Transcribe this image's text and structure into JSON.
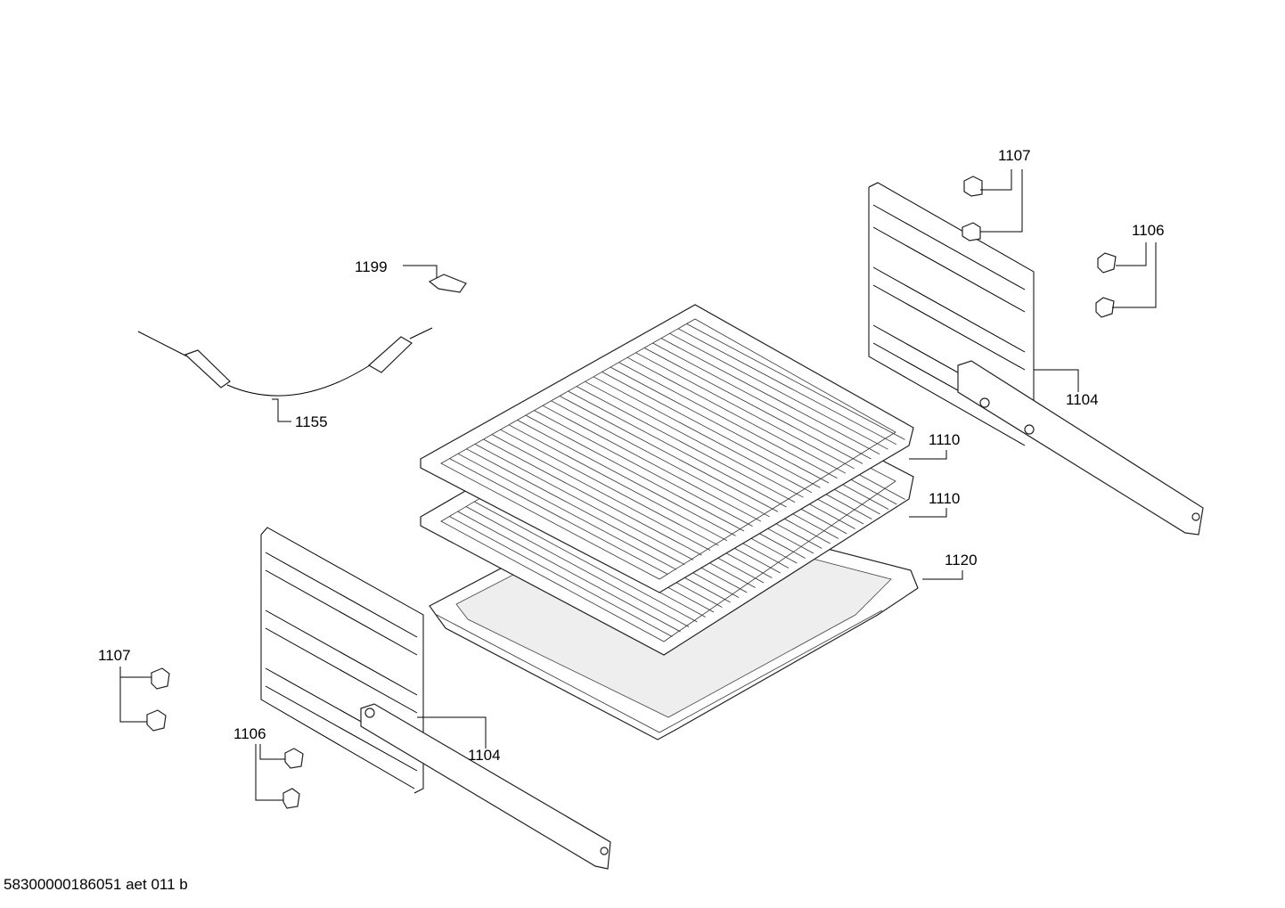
{
  "labels": {
    "l1107_top": "1107",
    "l1106_top": "1106",
    "l1199": "1199",
    "l1155": "1155",
    "l1104_right": "1104",
    "l1110_upper": "1110",
    "l1110_lower": "1110",
    "l1120": "1120",
    "l1107_left": "1107",
    "l1106_left": "1106",
    "l1104_left": "1104"
  },
  "footer": "58300000186051 aet 011 b",
  "colors": {
    "line": "#000000",
    "background": "#ffffff"
  }
}
